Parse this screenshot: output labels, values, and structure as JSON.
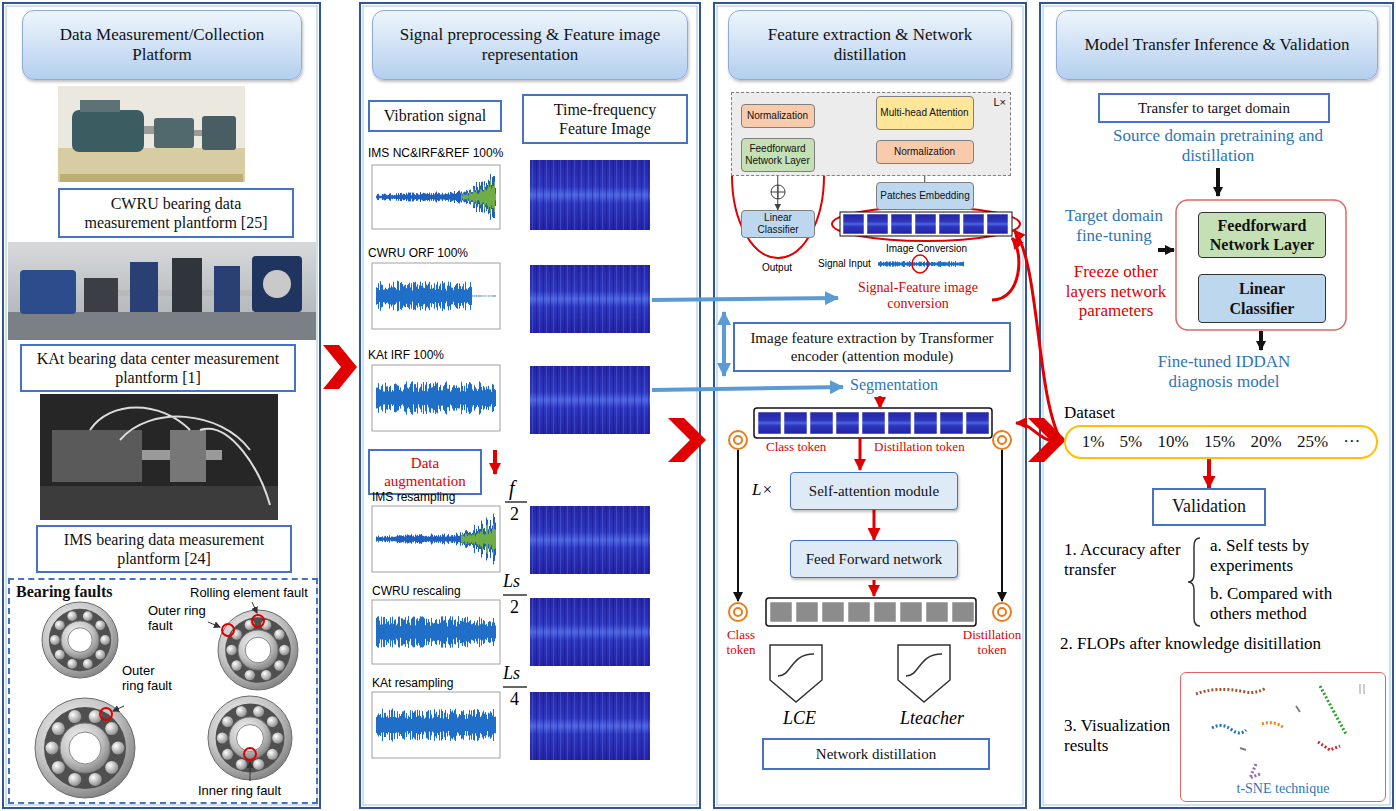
{
  "diagram": {
    "nodes": [
      {
        "text": [
          "Data Measurement/Collection Platform"
        ]
      },
      {
        "text": [
          "CWRU bearing data measurement plantform [25]"
        ]
      },
      {
        "text": [
          "KAt bearing data center measurement plantform [1]"
        ]
      },
      {
        "text": [
          "IMS bearing data measurement plantform [24]"
        ]
      },
      {
        "text": [
          "Bearing faults"
        ]
      },
      {
        "text": [
          "Signal preprocessing & Feature image representation"
        ]
      },
      {
        "text": [
          "Vibration signal"
        ]
      },
      {
        "text": [
          "Time-frequency Feature Image"
        ]
      },
      {
        "text": [
          "Data augmentation"
        ]
      },
      {
        "text": [
          "Feature extraction & Network distillation"
        ]
      },
      {
        "text": [
          "L×"
        ]
      },
      {
        "text": [
          "Normalization"
        ],
        "in": 10
      },
      {
        "text": [
          "Feedforward Network Layer"
        ],
        "in": 10
      },
      {
        "text": [
          "Multi-head Attention"
        ],
        "in": 10
      },
      {
        "text": [
          "Normalization"
        ],
        "in": 10
      },
      {
        "text": [
          "Linear Classifier"
        ]
      },
      {
        "text": [
          "Patches Embedding"
        ]
      },
      {
        "text": [
          "Image feature extraction by Transformer encoder (attention module)"
        ]
      },
      {
        "text": [
          "Self-attention module"
        ]
      },
      {
        "text": [
          "Feed Forward network"
        ]
      },
      {
        "text": [
          "Network distillation"
        ]
      },
      {
        "text": [
          "Model Transfer Inference & Validation"
        ]
      },
      {
        "text": [
          "Transfer to target domain"
        ]
      },
      {
        "text": [
          "Feedforward Network Layer"
        ]
      },
      {
        "text": [
          "Linear Classifier"
        ]
      },
      {
        "text": [
          "1%",
          "5%",
          "10%",
          "15%",
          "20%",
          "25%",
          "···"
        ]
      },
      {
        "text": [
          "Validation"
        ]
      },
      {
        "text": [
          "t-SNE technique"
        ]
      }
    ],
    "edges": [
      {
        "from": 16,
        "to": 14,
        "arrow": "to"
      },
      {
        "from": 14,
        "to": 13,
        "arrow": "to"
      },
      {
        "from": 11,
        "to": 12,
        "arrow": "to"
      },
      {
        "from": 12,
        "to": 15,
        "arrow": "to"
      },
      {
        "from": 18,
        "to": 19,
        "arrow": "to"
      },
      {
        "from": 25,
        "to": 26,
        "arrow": "to"
      }
    ],
    "labels": [
      "Rolling element fault",
      "Outer ring fault",
      "Outer ring fault",
      "Inner ring fault",
      "IMS NC&IRF&REF 100%",
      "CWRU ORF 100%",
      "KAt IRF 100%",
      "IMS resampling",
      "f",
      "2",
      "CWRU rescaling",
      "Ls",
      "2",
      "KAt resampling",
      "Ls",
      "4",
      "Output",
      "Image Conversion",
      "Signal Input",
      "Signal-Feature image conversion",
      "Segmentation",
      "Class token",
      "Distillation token",
      "L×",
      "Class token",
      "Distillation token",
      "LCE",
      "Lteacher",
      "Source domain pretraining and distillation",
      "Target domain fine-tuning",
      "Freeze other layers network parameters",
      "Fine-tuned IDDAN diagnosis model",
      "Dataset",
      "1. Accuracy after transfer",
      "a. Self tests by experiments",
      "b. Compared with others method",
      "2. FLOPs after knowledge disitillation",
      "3. Visualization results"
    ]
  }
}
